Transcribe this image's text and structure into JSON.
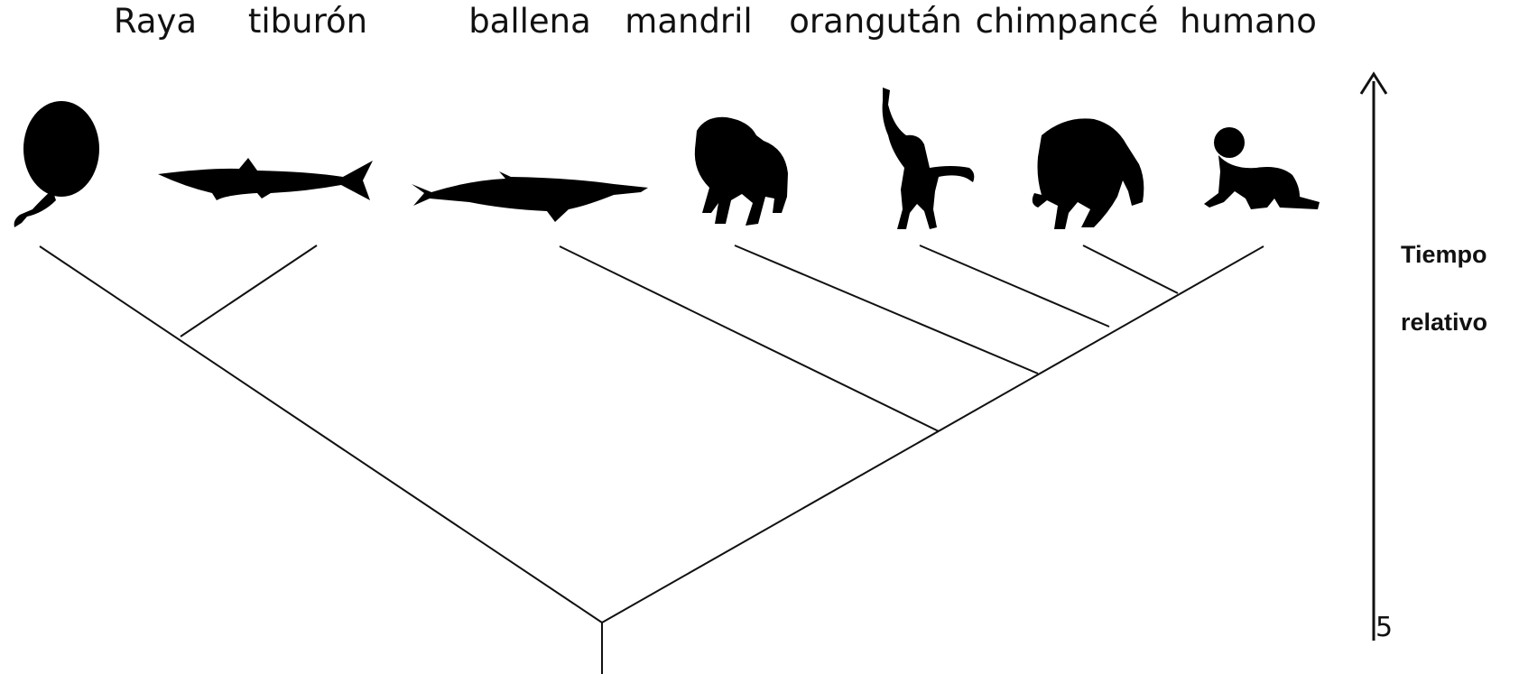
{
  "taxa": [
    {
      "id": "raya",
      "label": "Raya",
      "icon": "stingray-icon"
    },
    {
      "id": "tiburon",
      "label": "tiburón",
      "icon": "shark-icon"
    },
    {
      "id": "ballena",
      "label": "ballena",
      "icon": "whale-icon"
    },
    {
      "id": "mandril",
      "label": "mandril",
      "icon": "mandrill-icon"
    },
    {
      "id": "orangutan",
      "label": "orangután",
      "icon": "orangutan-icon"
    },
    {
      "id": "chimpance",
      "label": "chimpancé",
      "icon": "chimpanzee-icon"
    },
    {
      "id": "humano",
      "label": "humano",
      "icon": "baby-icon"
    }
  ],
  "axis": {
    "line1": "Tiempo",
    "line2": "relativo",
    "tick": "5",
    "color": "#111111"
  }
}
